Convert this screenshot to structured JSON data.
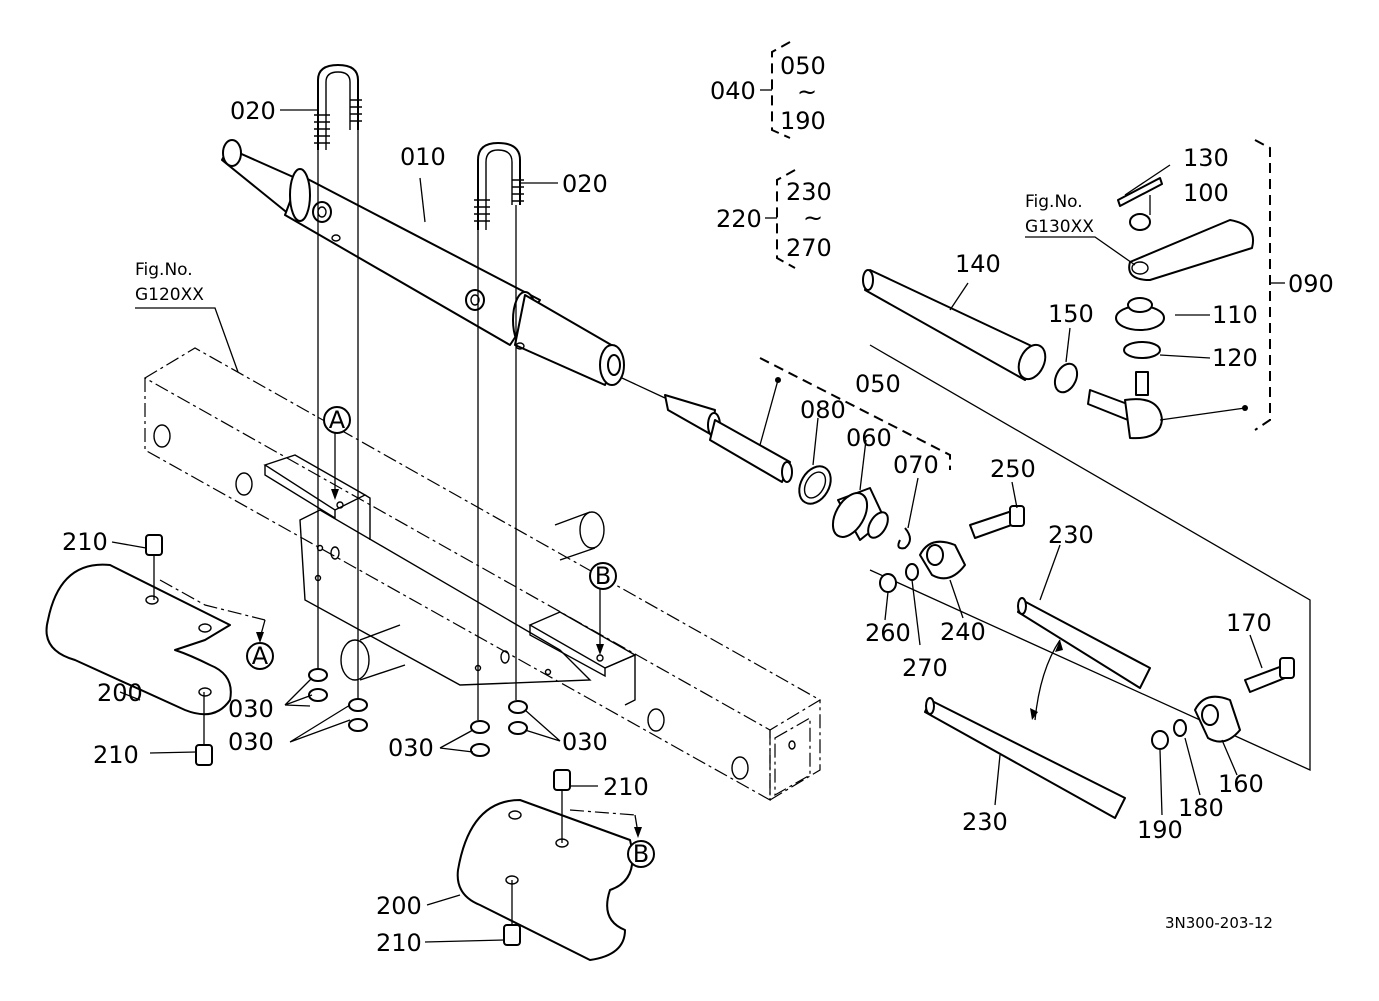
{
  "labels": {
    "l010": "010",
    "l020a": "020",
    "l020b": "020",
    "l030a": "030",
    "l030b": "030",
    "l030c": "030",
    "l030d": "030",
    "l040": "040",
    "l040_from": "050",
    "l040_tilde": "~",
    "l040_to": "190",
    "l050": "050",
    "l060": "060",
    "l070": "070",
    "l080": "080",
    "l090": "090",
    "l100": "100",
    "l110": "110",
    "l120": "120",
    "l130": "130",
    "l140": "140",
    "l150": "150",
    "l160": "160",
    "l170": "170",
    "l180": "180",
    "l190": "190",
    "l200a": "200",
    "l200b": "200",
    "l210a": "210",
    "l210b": "210",
    "l210c": "210",
    "l210d": "210",
    "l220": "220",
    "l220_from": "230",
    "l220_tilde": "~",
    "l220_to": "270",
    "l230a": "230",
    "l230b": "230",
    "l240": "240",
    "l250": "250",
    "l260": "260",
    "l270": "270"
  },
  "refs": {
    "fig_left_1": "Fig.No.",
    "fig_left_2": "G120XX",
    "fig_right_1": "Fig.No.",
    "fig_right_2": "G130XX"
  },
  "markers": {
    "a1": "A",
    "a2": "A",
    "b1": "B",
    "b2": "B"
  },
  "drawing_number": "3N300-203-12"
}
